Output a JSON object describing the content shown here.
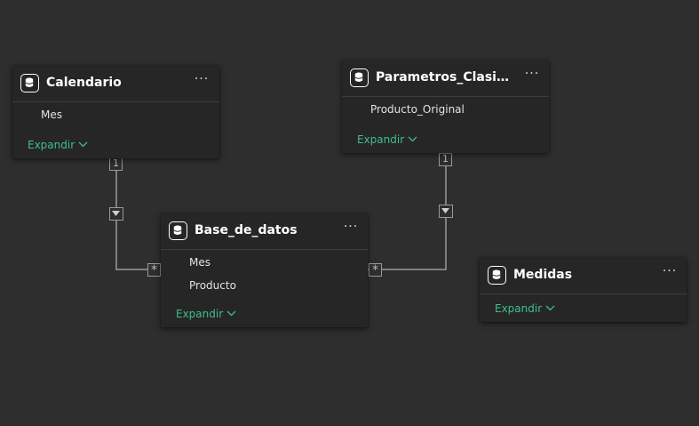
{
  "tables": {
    "calendario": {
      "title": "Calendario",
      "fields": [
        "Mes"
      ],
      "expand_label": "Expandir"
    },
    "parametros": {
      "title": "Parametros_Clasificacio...",
      "fields": [
        "Producto_Original"
      ],
      "expand_label": "Expandir"
    },
    "base": {
      "title": "Base_de_datos",
      "fields": [
        "Mes",
        "Producto"
      ],
      "expand_label": "Expandir"
    },
    "medidas": {
      "title": "Medidas",
      "fields": [],
      "expand_label": "Expandir"
    }
  },
  "relationships": [
    {
      "from": "Calendario",
      "to": "Base_de_datos",
      "one_label": "1",
      "many_label": "*",
      "filter_direction": "single"
    },
    {
      "from": "Parametros_Clasificacio...",
      "to": "Base_de_datos",
      "one_label": "1",
      "many_label": "*",
      "filter_direction": "single"
    }
  ],
  "icons": {
    "table": "database-icon",
    "more": "more-options-icon",
    "expand": "chevron-down-icon",
    "filter": "filter-arrow-icon"
  },
  "colors": {
    "canvas": "#2e2e2e",
    "card": "#262626",
    "accent": "#3fbf8a",
    "connector": "#9a9a9a"
  },
  "more_label": "···"
}
